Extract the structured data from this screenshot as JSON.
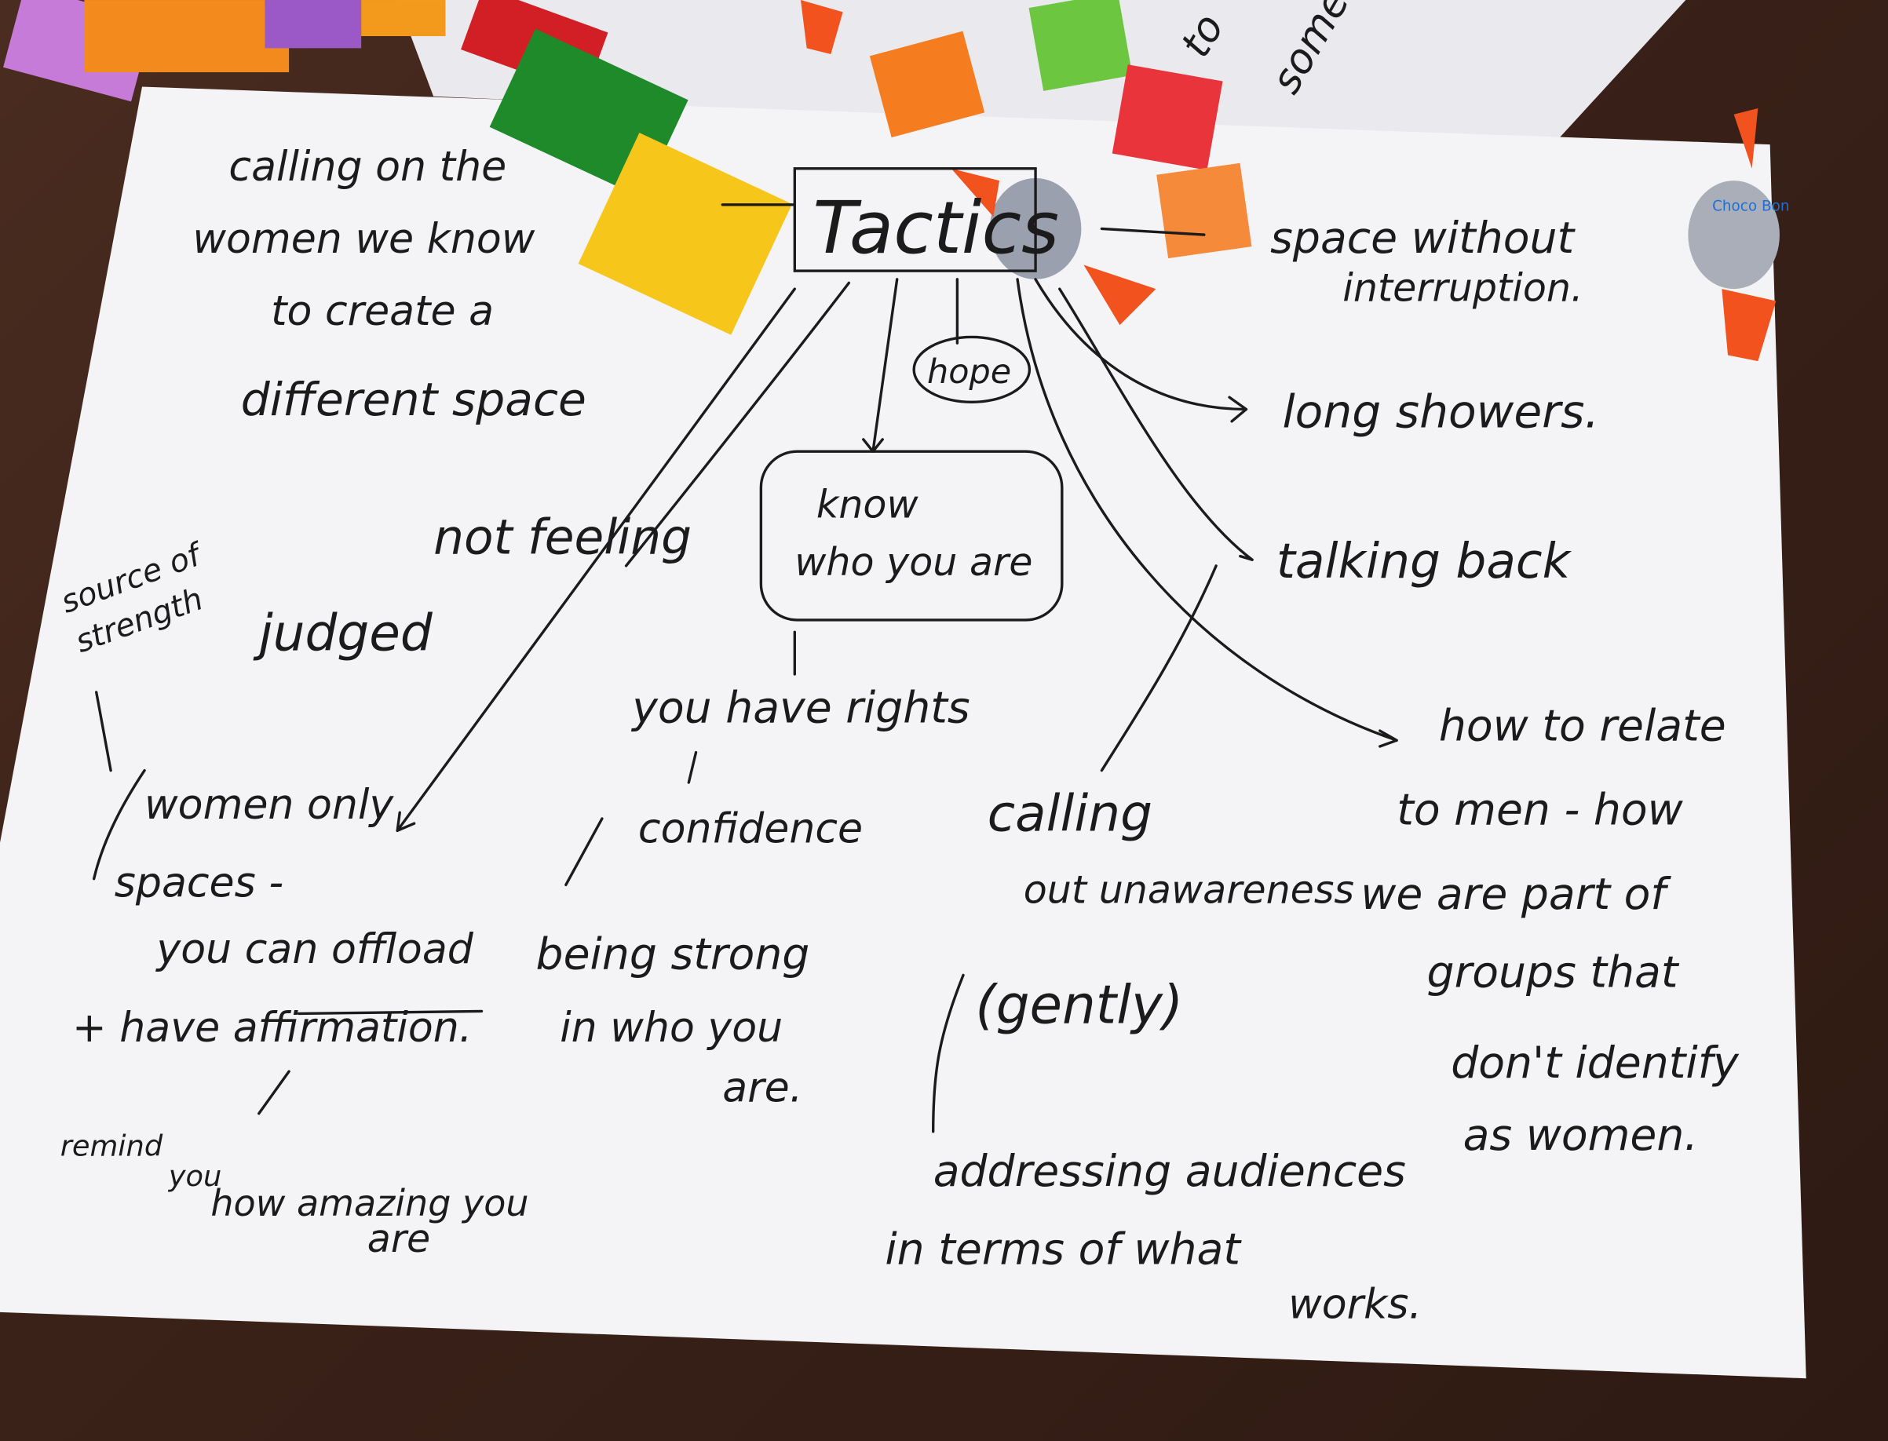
{
  "central_topic": "Tactics",
  "nodes": {
    "calling_women": [
      "calling on the",
      "women we know",
      "to create a",
      "different space"
    ],
    "space_without": [
      "space without",
      "interruption."
    ],
    "long_showers": "long showers.",
    "hope": "hope",
    "know_who": [
      "know",
      "who you are"
    ],
    "not_feeling": "not feeling",
    "judged": "judged",
    "source_strength": [
      "source of",
      "strength"
    ],
    "talking_back": "talking back",
    "you_have_rights": "you have rights",
    "confidence": "confidence",
    "women_only": [
      "women only",
      "spaces -",
      "you can offload",
      "+ have affirmation."
    ],
    "being_strong": [
      "being strong",
      "in who you",
      "are."
    ],
    "calling_out": [
      "calling",
      "out unawareness",
      "(gently)"
    ],
    "relate_men": [
      "how to relate",
      "to men - how",
      "we are part of",
      "groups that",
      "don't identify",
      "as women."
    ],
    "remind": [
      "remind",
      "you",
      "how amazing you",
      "are"
    ],
    "addressing": [
      "addressing audiences",
      "in terms of what",
      "works."
    ]
  },
  "background_sheet_text": [
    "to",
    "some"
  ],
  "candy_label": "Choco Bon",
  "colors": {
    "paper": "#f4f4f6",
    "ink": "#1b1b1b",
    "table": "#3b2219"
  }
}
